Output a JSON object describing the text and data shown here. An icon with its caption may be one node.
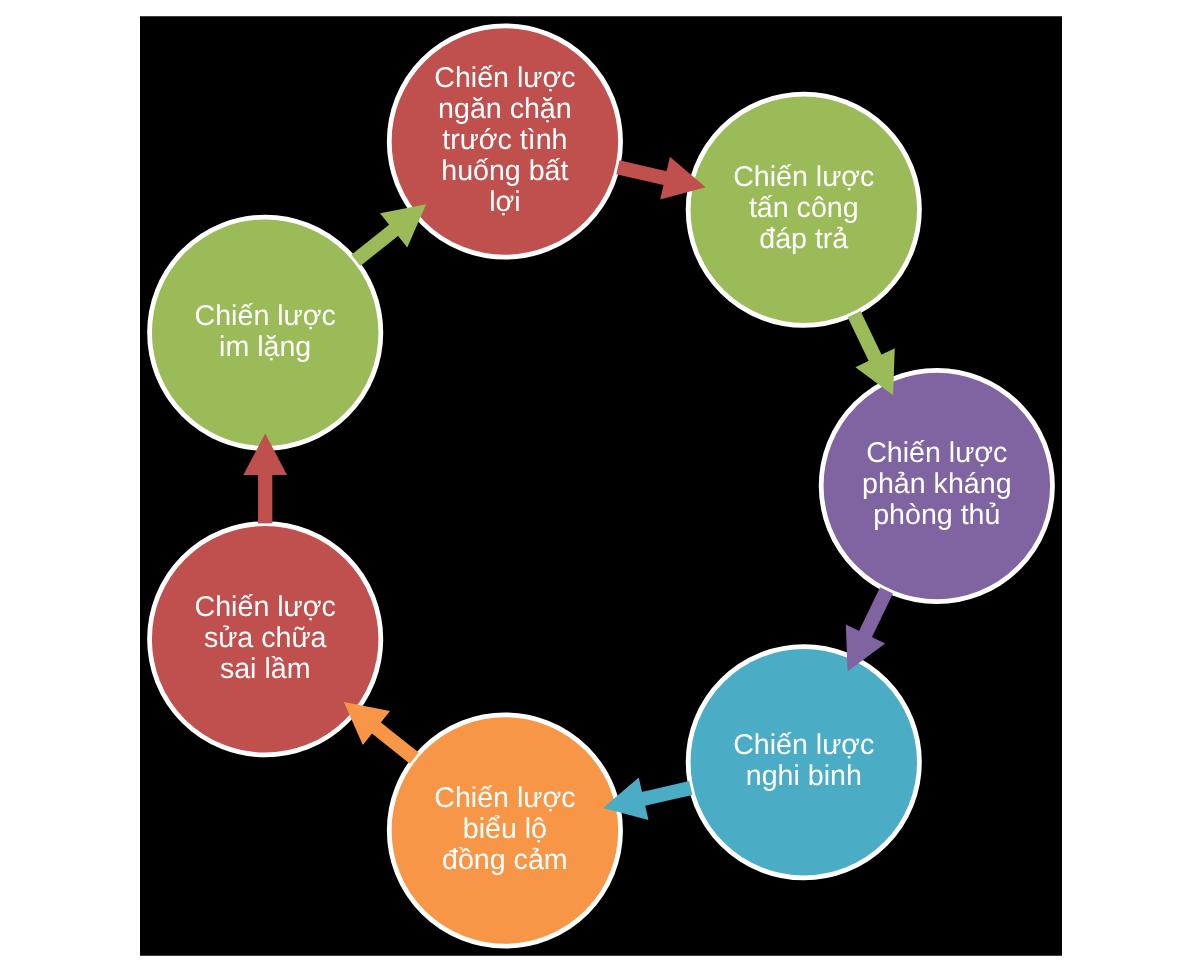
{
  "diagram": {
    "nodes": [
      {
        "text": [
          "Chiến lược ngăn chặn trước tình huống bất lợi"
        ]
      },
      {
        "text": [
          "Chiến lược tấn công đáp trả"
        ]
      },
      {
        "text": [
          "Chiến lược phản kháng phòng thủ"
        ]
      },
      {
        "text": [
          "Chiến lược nghi binh"
        ]
      },
      {
        "text": [
          "Chiến lược biểu lộ đồng cảm"
        ]
      },
      {
        "text": [
          "Chiến lược sửa chữa sai lầm"
        ]
      },
      {
        "text": [
          "Chiến lược im lặng"
        ]
      }
    ],
    "edges": [
      {
        "from": 0,
        "to": 1,
        "arrow": "to",
        "color": "#c0504d"
      },
      {
        "from": 1,
        "to": 2,
        "arrow": "to",
        "color": "#9bbb59"
      },
      {
        "from": 2,
        "to": 3,
        "arrow": "to",
        "color": "#8064a2"
      },
      {
        "from": 3,
        "to": 4,
        "arrow": "to",
        "color": "#4bacc6"
      },
      {
        "from": 4,
        "to": 5,
        "arrow": "to",
        "color": "#f79646"
      },
      {
        "from": 5,
        "to": 6,
        "arrow": "to",
        "color": "#c0504d"
      },
      {
        "from": 6,
        "to": 0,
        "arrow": "to",
        "color": "#9bbb59"
      }
    ]
  }
}
